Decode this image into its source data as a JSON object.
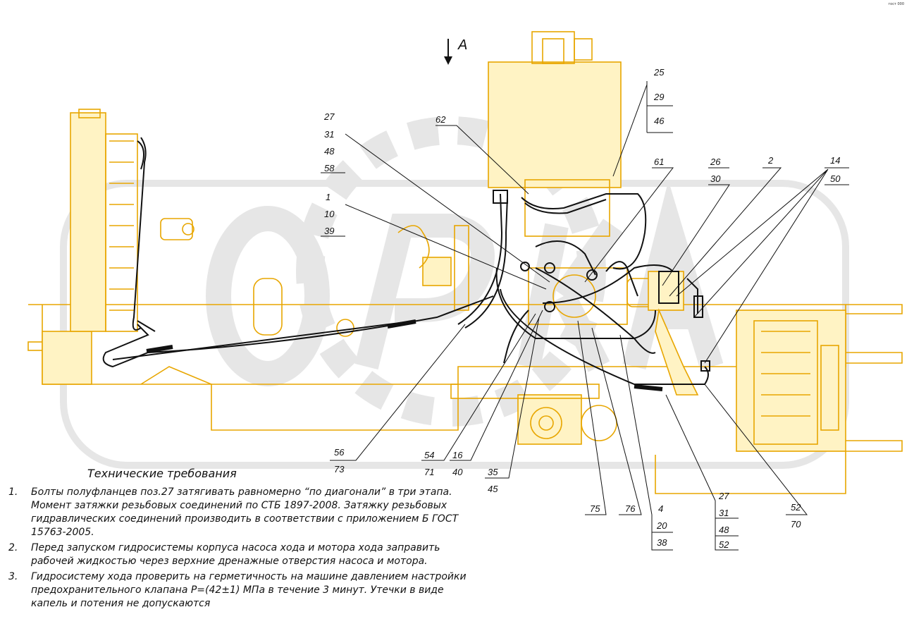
{
  "corner_code": "гост 000",
  "view_label": "А",
  "colors": {
    "line": "#e8a600",
    "fill": "#fff3c4",
    "watermark": "#ececec",
    "hose": "#111111"
  },
  "callouts": {
    "c25": [
      "25",
      "29",
      "46"
    ],
    "c27a": [
      "27",
      "31",
      "48",
      "58"
    ],
    "c62": [
      "62"
    ],
    "c61": [
      "61"
    ],
    "c26": [
      "26",
      "30"
    ],
    "c2": [
      "2"
    ],
    "c14": [
      "14",
      "50"
    ],
    "c1": [
      "1",
      "10",
      "39"
    ],
    "c56": [
      "56",
      "73"
    ],
    "c54": [
      "54",
      "71"
    ],
    "c16": [
      "16",
      "40"
    ],
    "c35": [
      "35",
      "45"
    ],
    "c75": [
      "75"
    ],
    "c76": [
      "76"
    ],
    "c4": [
      "4",
      "20",
      "38"
    ],
    "c27b": [
      "27",
      "31",
      "48",
      "52"
    ],
    "c52": [
      "52",
      "70"
    ]
  },
  "requirements": {
    "title": "Технические требования",
    "items": [
      {
        "num": "1.",
        "text": "Болты полуфланцев поз.27 затягивать равномерно “по диагонали” в три этапа. Момент затяжки резьбовых соединений по СТБ 1897-2008. Затяжку резьбовых гидравлических соединений производить в соответствии с приложением Б ГОСТ 15763-2005."
      },
      {
        "num": "2.",
        "text": "Перед запуском гидросистемы корпуса насоса хода и мотора хода заправить рабочей жидкостью через верхние дренажные отверстия насоса и мотора."
      },
      {
        "num": "3.",
        "text": "Гидросистему хода проверить на герметичность на машине давлением настройки предохранительного клапана P=(42±1) МПа в течение 3 минут. Утечки в виде капель и потения не допускаются"
      }
    ]
  }
}
